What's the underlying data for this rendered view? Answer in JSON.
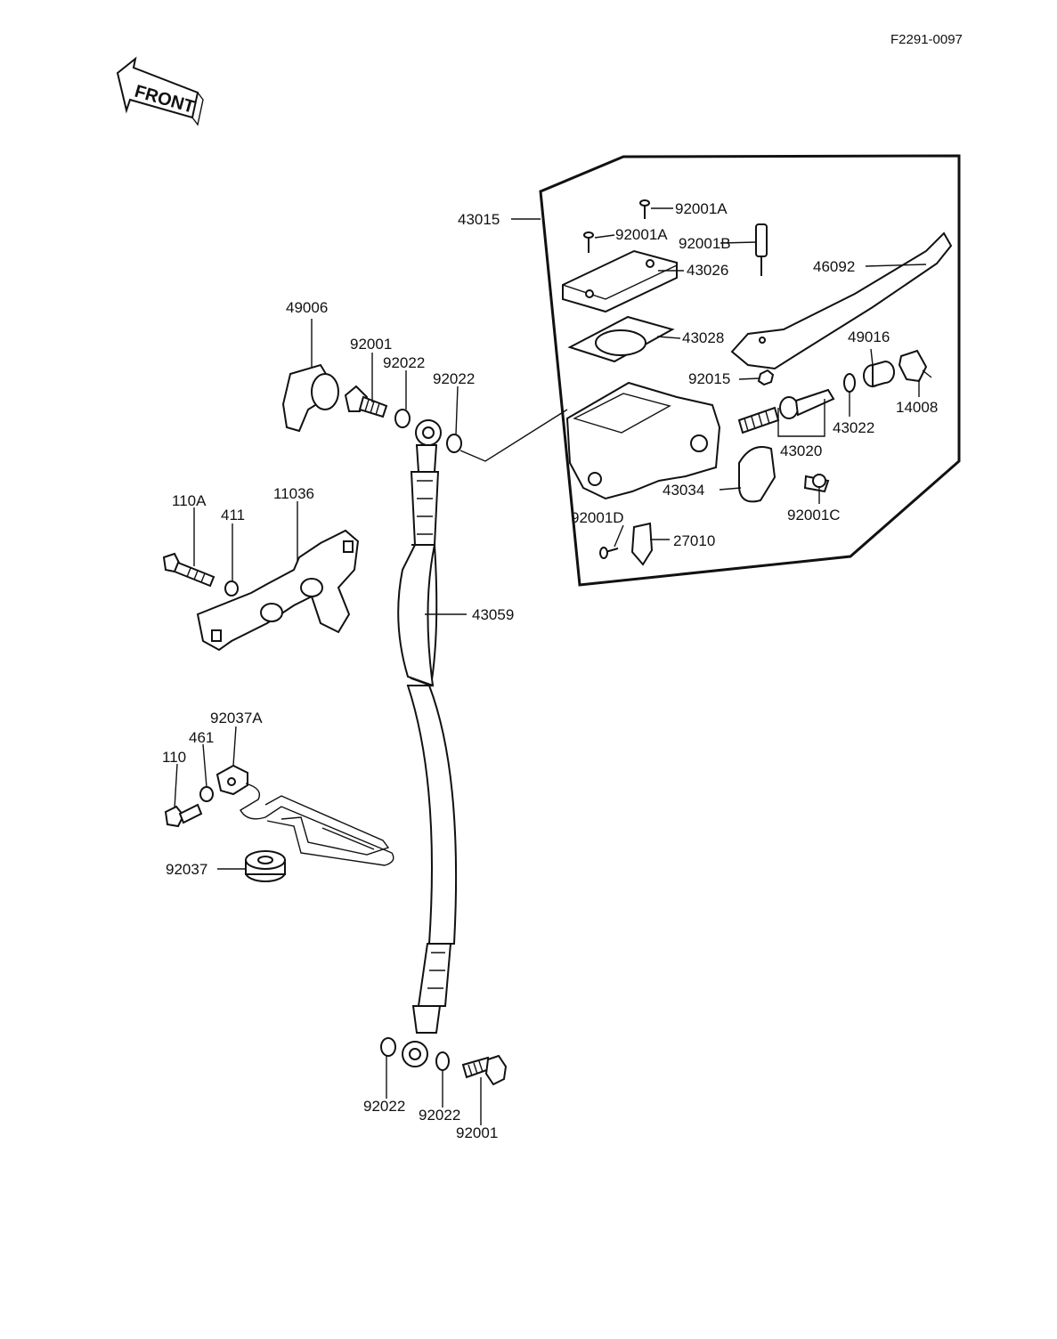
{
  "diagram_code": "F2291-0097",
  "front_label": "FRONT",
  "labels": {
    "p43015": "43015",
    "p92001A_top": "92001A",
    "p92001A_left": "92001A",
    "p92001B": "92001B",
    "p43026": "43026",
    "p46092": "46092",
    "p43028": "43028",
    "p49016": "49016",
    "p92015": "92015",
    "p43022": "43022",
    "p14008": "14008",
    "p43020": "43020",
    "p43034": "43034",
    "p92001C": "92001C",
    "p92001D": "92001D",
    "p27010": "27010",
    "p49006": "49006",
    "p92001_top": "92001",
    "p92022_a": "92022",
    "p92022_b": "92022",
    "p110A": "110A",
    "p411": "411",
    "p11036": "11036",
    "p43059": "43059",
    "p92037A": "92037A",
    "p461": "461",
    "p110": "110",
    "p92037": "92037",
    "p92022_c": "92022",
    "p92022_d": "92022",
    "p92001_bottom": "92001"
  }
}
